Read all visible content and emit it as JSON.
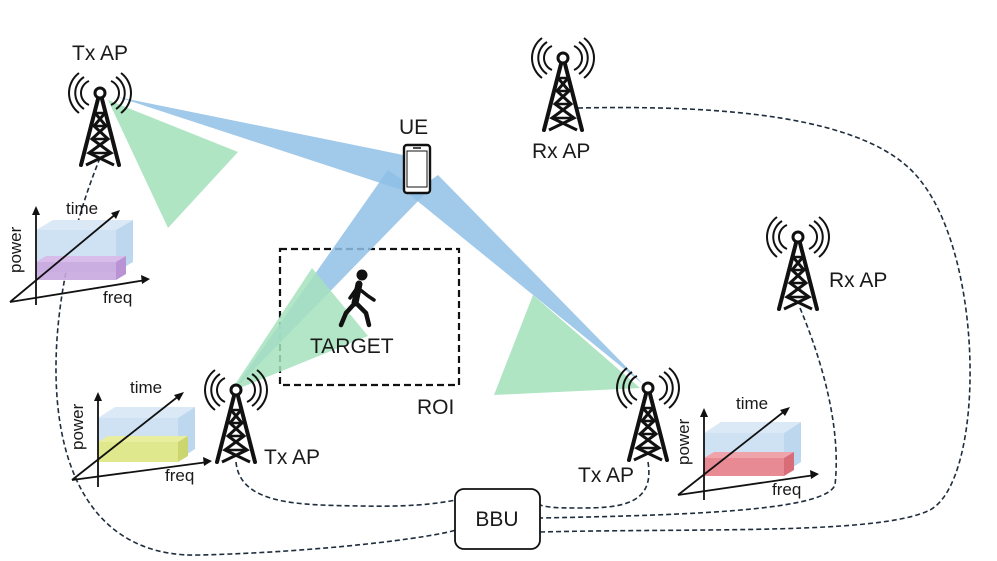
{
  "labels": {
    "tx_ap_top_left": "Tx AP",
    "rx_ap_top": "Rx AP",
    "rx_ap_right": "Rx AP",
    "tx_ap_bottom_left": "Tx AP",
    "tx_ap_bottom_right": "Tx AP",
    "ue": "UE",
    "target": "TARGET",
    "roi": "ROI",
    "bbu": "BBU"
  },
  "axes": {
    "power": "power",
    "time": "time",
    "freq": "freq"
  },
  "colors": {
    "beam_blue": "#8fbfe6",
    "beam_green": "#a6e2bd",
    "grid_blue": "#cfe2f3",
    "band_purple": "#c9a8e0",
    "band_yellow": "#dfe887",
    "band_red": "#e8858e",
    "fronthaul_line": "#1f2d3d"
  }
}
